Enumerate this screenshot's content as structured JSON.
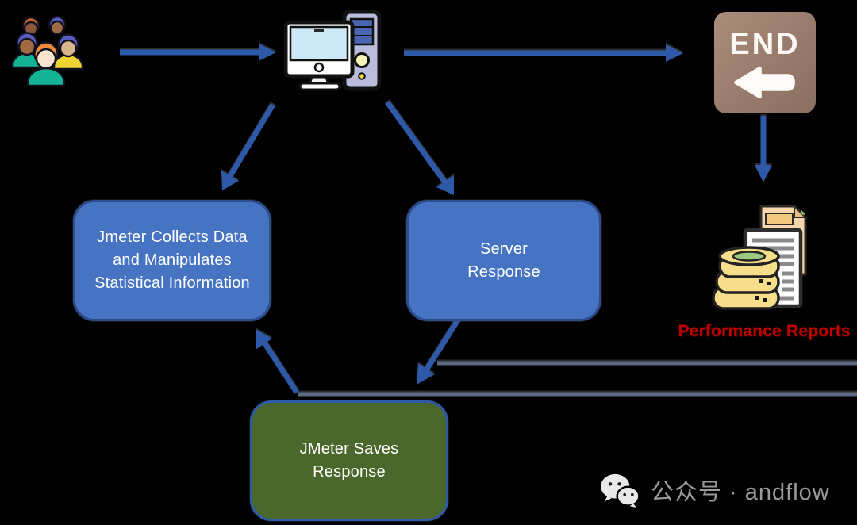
{
  "nodes": {
    "users": {
      "icon": "users-group-icon"
    },
    "computer": {
      "icon": "desktop-computer-icon"
    },
    "end_sign": {
      "label": "END",
      "icon": "left-block-arrow-icon"
    },
    "collect_box": {
      "label": "Jmeter Collects Data\nand Manipulates\nStatistical Information"
    },
    "server_box": {
      "label": "Server\nResponse"
    },
    "saves_box": {
      "label": "JMeter Saves\nResponse"
    },
    "reports": {
      "icon": "database-documents-icon",
      "label": "Performance Reports"
    }
  },
  "colors": {
    "background": "#000000",
    "box_blue_fill": "#4673C2",
    "box_blue_border": "#2C4D8E",
    "box_green_fill": "#4A682B",
    "box_green_border": "#2E5BA8",
    "arrow_blue": "#2E59A8",
    "slate_line": "#5C6A84",
    "end_sign_brown": "#9B7D6E",
    "reports_label_red": "#C00000"
  },
  "footer": {
    "icon": "wechat-icon",
    "text": "公众号 · andflow"
  }
}
